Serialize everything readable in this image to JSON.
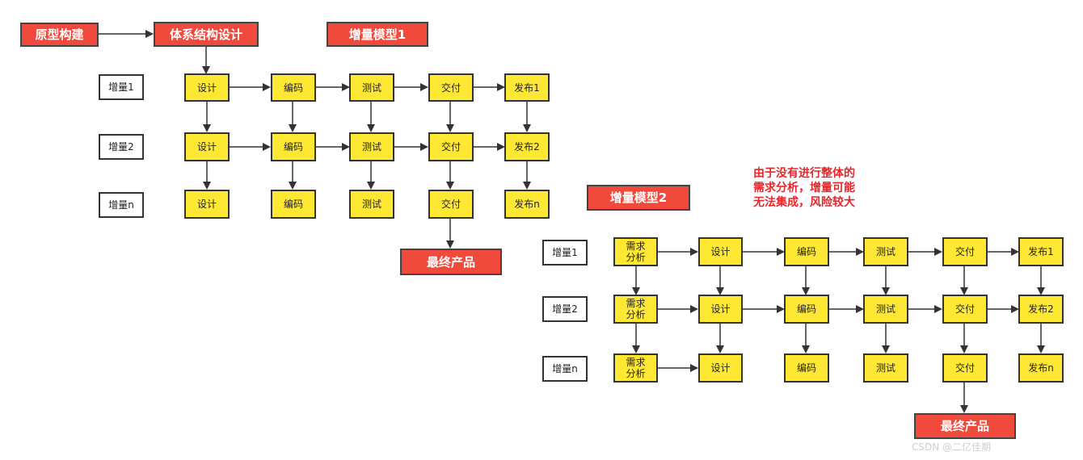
{
  "top": {
    "prototype": "原型构建",
    "architecture": "体系结构设计"
  },
  "model1": {
    "title": "增量模型1",
    "rows": [
      "增量1",
      "增量2",
      "增量n"
    ],
    "stages": [
      "设计",
      "编码",
      "测试",
      "交付"
    ],
    "release": [
      "发布1",
      "发布2",
      "发布n"
    ],
    "final": "最终产品"
  },
  "model2": {
    "title": "增量模型2",
    "rows": [
      "增量1",
      "增量2",
      "增量n"
    ],
    "req": "需求\n分析",
    "stages": [
      "设计",
      "编码",
      "测试",
      "交付"
    ],
    "release": [
      "发布1",
      "发布2",
      "发布n"
    ],
    "final": "最终产品"
  },
  "note": "由于没有进行整体的\n需求分析，增量可能\n无法集成，风险较大",
  "watermark": "CSDN @二亿佳期"
}
